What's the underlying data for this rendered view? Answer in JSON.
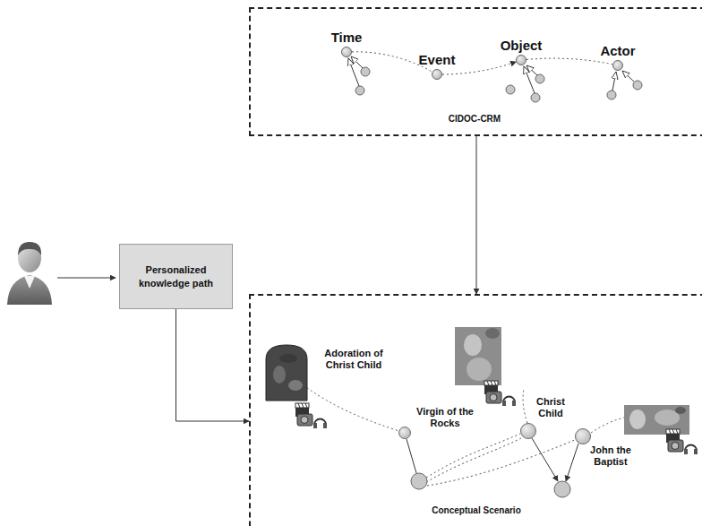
{
  "diagram": {
    "nodes": [
      {
        "text": [
          "CIDOC-CRM"
        ]
      },
      {
        "text": [
          "Time"
        ],
        "in": 0
      },
      {
        "text": [
          "Event"
        ],
        "in": 0
      },
      {
        "text": [
          "Object"
        ],
        "in": 0
      },
      {
        "text": [
          "Actor"
        ],
        "in": 0
      },
      {
        "text": [
          "Personalized knowledge path"
        ]
      },
      {
        "text": [
          "Conceptual Scenario"
        ]
      },
      {
        "text": [
          "Adoration of Christ Child"
        ],
        "in": 6
      },
      {
        "text": [
          "Virgin of the Rocks"
        ],
        "in": 6
      },
      {
        "text": [
          "Christ Child"
        ],
        "in": 6
      },
      {
        "text": [
          "John the Baptist"
        ],
        "in": 6
      }
    ],
    "edges": [
      {
        "from": 5,
        "to": 6,
        "arrow": "to"
      },
      {
        "from": 0,
        "to": 6,
        "arrow": "to"
      },
      {
        "from": 1,
        "to": 2,
        "arrow": "none"
      },
      {
        "from": 2,
        "to": 3,
        "arrow": "to"
      },
      {
        "from": 3,
        "to": 4,
        "arrow": "none"
      },
      {
        "from": 7,
        "to": 8,
        "arrow": "none"
      }
    ]
  }
}
